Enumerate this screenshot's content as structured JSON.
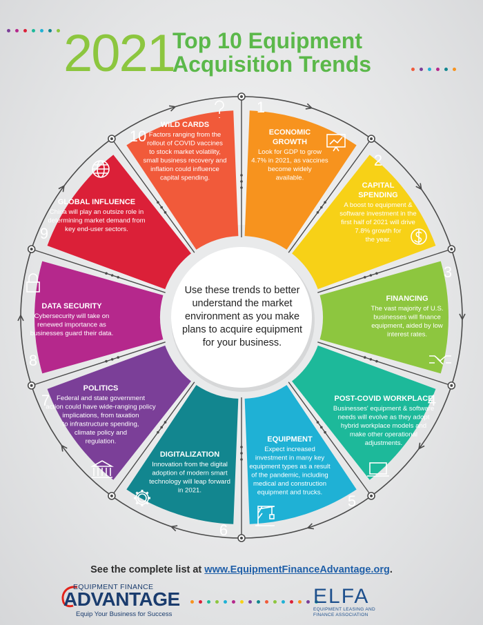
{
  "header": {
    "year": "2021",
    "title_line1": "Top 10 Equipment",
    "title_line2": "Acquisition Trends"
  },
  "intro": "Use these trends to better understand the market environment as you make plans to acquire equipment for your business.",
  "segments": [
    {
      "number": "1",
      "title": [
        "ECONOMIC",
        "GROWTH"
      ],
      "body": [
        "Look for GDP to grow",
        "4.7% in 2021, as vaccines",
        "become widely",
        "available."
      ],
      "color": "#f7931e",
      "icon": "chart-icon"
    },
    {
      "number": "2",
      "title": [
        "CAPITAL",
        "SPENDING"
      ],
      "body": [
        "A boost to equipment &",
        "software investment in the",
        "first half of 2021 will drive",
        "7.8% growth for",
        "the year."
      ],
      "color": "#f7d117",
      "icon": "money-icon"
    },
    {
      "number": "3",
      "title": [
        "FINANCING"
      ],
      "body": [
        "The vast majority of U.S.",
        "businesses will finance",
        "equipment, aided by low",
        "interest rates."
      ],
      "color": "#8dc63f",
      "icon": "handshake-icon"
    },
    {
      "number": "4",
      "title": [
        "POST-COVID WORKPLACE"
      ],
      "body": [
        "Businesses' equipment & software",
        "needs will evolve as they adopt",
        "hybrid workplace models and",
        "make other operational",
        "adjustments."
      ],
      "color": "#1db99a",
      "icon": "laptop-icon"
    },
    {
      "number": "5",
      "title": [
        "EQUIPMENT"
      ],
      "body": [
        "Expect increased",
        "investment in many key",
        "equipment types as a result",
        "of the pandemic, including",
        "medical and construction",
        "equipment and trucks."
      ],
      "color": "#1fb1d5",
      "icon": "crane-icon"
    },
    {
      "number": "6",
      "title": [
        "DIGITALIZATION"
      ],
      "body": [
        "Innovation from the digital",
        "adoption of modern smart",
        "technology will leap forward",
        "in 2021."
      ],
      "color": "#12868f",
      "icon": "gear-icon"
    },
    {
      "number": "7",
      "title": [
        "POLITICS"
      ],
      "body": [
        "Federal and state government",
        "action could have wide-ranging policy",
        "implications, from taxation",
        "to infrastructure spending,",
        "climate policy and",
        "regulation."
      ],
      "color": "#7b3f98",
      "icon": "government-icon"
    },
    {
      "number": "8",
      "title": [
        "DATA SECURITY"
      ],
      "body": [
        "Cybersecurity will take on",
        "renewed importance as",
        "businesses guard their data."
      ],
      "color": "#b5288c",
      "icon": "lock-icon"
    },
    {
      "number": "9",
      "title": [
        "GLOBAL INFLUENCE"
      ],
      "body": [
        "China will play an outsize role in",
        "determining market demand from",
        "key end-user sectors."
      ],
      "color": "#db2038",
      "icon": "globe-icon"
    },
    {
      "number": "10",
      "title": [
        "WILD CARDS"
      ],
      "body": [
        "Factors ranging from the",
        "rollout of COVID vaccines",
        "to stock market volatility,",
        "small business recovery and",
        "inflation could influence",
        "capital spending."
      ],
      "color": "#f15a3a",
      "icon": "question-icon"
    }
  ],
  "footer": {
    "prefix": "See the complete list at ",
    "url": "www.EquipmentFinanceAdvantage.org",
    "suffix": "."
  },
  "logos": {
    "efa_small": "EQUIPMENT FINANCE",
    "efa_big": "ADVANTAGE",
    "efa_tagline": "Equip Your Business for Success",
    "elfa_big": "ELFA",
    "elfa_sub_1": "EQUIPMENT LEASING AND",
    "elfa_sub_2": "FINANCE ASSOCIATION"
  },
  "colors": {
    "title_green": "#5bb84a",
    "year_green": "#8cc63f",
    "ring": "#4a4a4a"
  }
}
